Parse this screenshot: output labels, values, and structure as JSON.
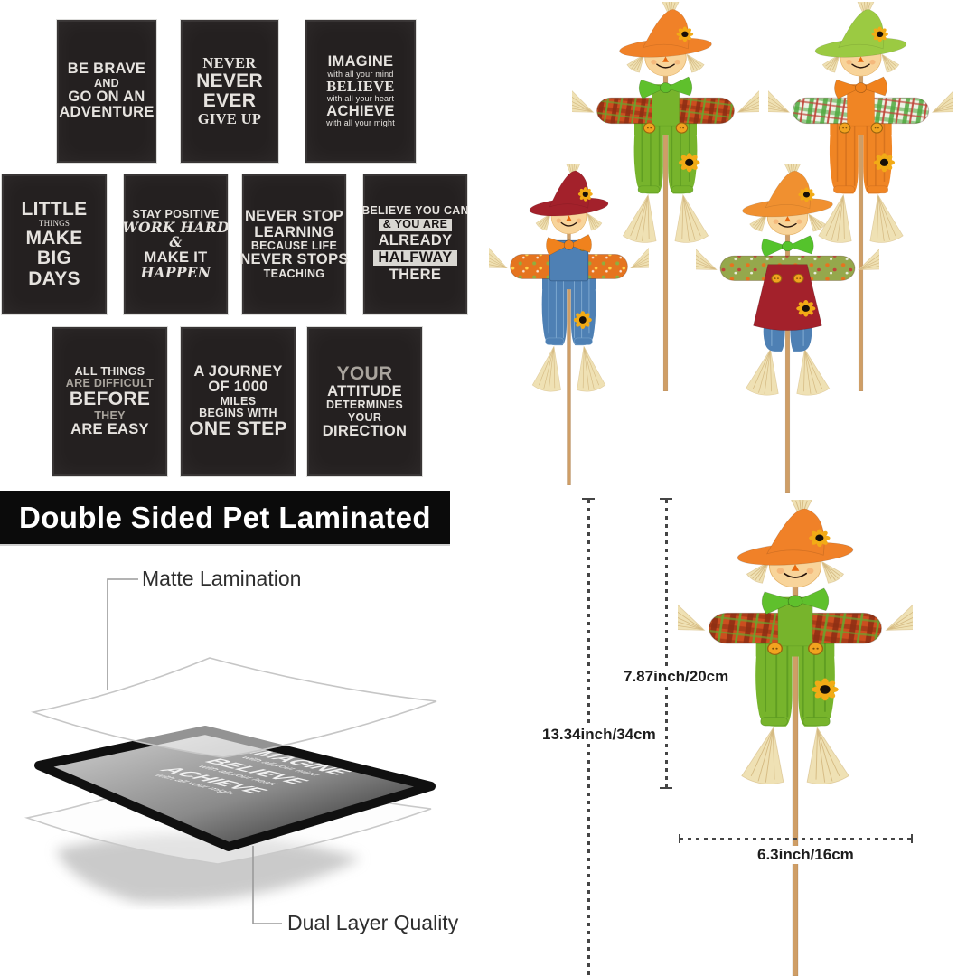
{
  "page": {
    "background": "#ffffff"
  },
  "posters": {
    "panel_bg": "#242020",
    "text_color": "#e6e3df",
    "items": [
      {
        "name": "poster-be-brave",
        "lines": [
          [
            "BE BRAVE",
            "lg"
          ],
          [
            "AND",
            "md"
          ],
          [
            "GO ON AN",
            "lg"
          ],
          [
            "ADVENTURE",
            "lg"
          ]
        ]
      },
      {
        "name": "poster-never-give-up",
        "lines": [
          [
            "NEVER",
            "lg serif"
          ],
          [
            "NEVER",
            "xl"
          ],
          [
            "EVER",
            "xl"
          ],
          [
            "GIVE UP",
            "lg serif"
          ]
        ]
      },
      {
        "name": "poster-imagine-believe-achieve",
        "lines": [
          [
            "IMAGINE",
            "lg"
          ],
          [
            "with all your mind",
            "sm"
          ],
          [
            "BELIEVE",
            "lg serif"
          ],
          [
            "with all your heart",
            "sm"
          ],
          [
            "ACHIEVE",
            "lg"
          ],
          [
            "with all your might",
            "sm"
          ]
        ]
      },
      {
        "name": "poster-little-things",
        "lines": [
          [
            "LITTLE",
            "xl"
          ],
          [
            "THINGS",
            "sm serif"
          ],
          [
            "MAKE",
            "xl"
          ],
          [
            "BIG",
            "xl"
          ],
          [
            "DAYS",
            "xl"
          ]
        ]
      },
      {
        "name": "poster-make-it-happen",
        "lines": [
          [
            "STAY POSITIVE",
            "md"
          ],
          [
            "WORK HARD",
            "script"
          ],
          [
            "&",
            "script"
          ],
          [
            "MAKE IT",
            "lg"
          ],
          [
            "HAPPEN",
            "script"
          ]
        ]
      },
      {
        "name": "poster-never-stop-learning",
        "lines": [
          [
            "NEVER STOP",
            "lg"
          ],
          [
            "LEARNING",
            "lg"
          ],
          [
            "BECAUSE LIFE",
            "md"
          ],
          [
            "NEVER STOPS",
            "lg"
          ],
          [
            "TEACHING",
            "md"
          ]
        ]
      },
      {
        "name": "poster-halfway-there",
        "lines": [
          [
            "BELIEVE YOU CAN",
            "md"
          ],
          [
            "& YOU ARE",
            "md box"
          ],
          [
            "ALREADY",
            "lg"
          ],
          [
            "HALFWAY",
            "lg box"
          ],
          [
            "THERE",
            "lg"
          ]
        ]
      },
      {
        "name": "poster-all-things-difficult",
        "lines": [
          [
            "ALL THINGS",
            "md"
          ],
          [
            "ARE DIFFICULT",
            "md dim"
          ],
          [
            "BEFORE",
            "xl"
          ],
          [
            "THEY",
            "md dim"
          ],
          [
            "ARE EASY",
            "lg"
          ]
        ]
      },
      {
        "name": "poster-journey-1000-miles",
        "lines": [
          [
            "A JOURNEY",
            "lg"
          ],
          [
            "OF 1000",
            "lg"
          ],
          [
            "MILES",
            "md"
          ],
          [
            "BEGINS WITH",
            "md"
          ],
          [
            "ONE STEP",
            "xl"
          ]
        ]
      },
      {
        "name": "poster-your-attitude",
        "lines": [
          [
            "YOUR",
            "xl dim"
          ],
          [
            "ATTITUDE",
            "lg"
          ],
          [
            "DETERMINES",
            "md"
          ],
          [
            "YOUR",
            "md"
          ],
          [
            "DIRECTION",
            "lg"
          ]
        ]
      }
    ]
  },
  "banner": {
    "text": "Double Sided Pet Laminated",
    "bg": "#0b0b0b",
    "color": "#ffffff"
  },
  "lamination": {
    "label_top": "Matte Lamination",
    "label_bottom": "Dual Layer Quality",
    "sheet_lines": [
      [
        "IMAGINE",
        "big"
      ],
      [
        "with all your mind",
        "small"
      ],
      [
        "BELIEVE",
        "big"
      ],
      [
        "with all your heart",
        "small"
      ],
      [
        "ACHIEVE",
        "big"
      ],
      [
        "with all your might",
        "small"
      ]
    ]
  },
  "dimensions": {
    "total_height": "13.34inch/34cm",
    "figure_height": "7.87inch/20cm",
    "width": "6.3inch/16cm",
    "line_color": "#454545"
  },
  "scarecrows": {
    "shared": {
      "straw": "#efe1b4",
      "straw_dark": "#cfb277",
      "skin": "#f8d49a",
      "stick": "#cf9e66",
      "sunflower_petal": "#f2ab16",
      "sunflower_center": "#171008",
      "button": "#f2a31f"
    },
    "items": [
      {
        "name": "scarecrow-back-left-orange-hat-green-pants",
        "type": "pants",
        "hat": "#f08128",
        "bow": "#5fc02c",
        "shirt": {
          "kind": "plaid",
          "base": "#cc4e1f",
          "line1": "#8c2d13",
          "line2": "#69a42d"
        },
        "pants": "#77b42c",
        "pants_dark": "#4f8c1c"
      },
      {
        "name": "scarecrow-back-right-green-hat-orange-pants",
        "type": "pants",
        "hat": "#9bca42",
        "bow": "#f0821d",
        "shirt": {
          "kind": "plaid",
          "base": "#ecf2e4",
          "line1": "#4fa83e",
          "line2": "#c04338"
        },
        "pants": "#f08524",
        "pants_dark": "#c2641a"
      },
      {
        "name": "scarecrow-front-left-red-hat-denim-overalls",
        "type": "overalls",
        "hat": "#a3212b",
        "bow": "#f0821d",
        "shirt": {
          "kind": "floral",
          "base": "#e5741f",
          "dot1": "#8fae3f",
          "dot2": "#ffd24a"
        },
        "pants": "#4e80b4",
        "pants_dark": "#38618c"
      },
      {
        "name": "scarecrow-front-right-orange-hat-red-dress",
        "type": "dress",
        "hat": "#f09030",
        "bow": "#55c32c",
        "shirt": {
          "kind": "floral",
          "base": "#95a84c",
          "dot1": "#e5741f",
          "dot2": "#c04338"
        },
        "dress": "#a3212b",
        "pants": "#4e80b4",
        "pants_dark": "#38618c"
      },
      {
        "name": "scarecrow-measured-orange-hat-green-pants",
        "type": "pants",
        "hat": "#f08128",
        "bow": "#5fc02c",
        "shirt": {
          "kind": "plaid",
          "base": "#cc4e1f",
          "line1": "#8c2d13",
          "line2": "#69a42d"
        },
        "pants": "#77b42c",
        "pants_dark": "#4f8c1c"
      }
    ]
  }
}
